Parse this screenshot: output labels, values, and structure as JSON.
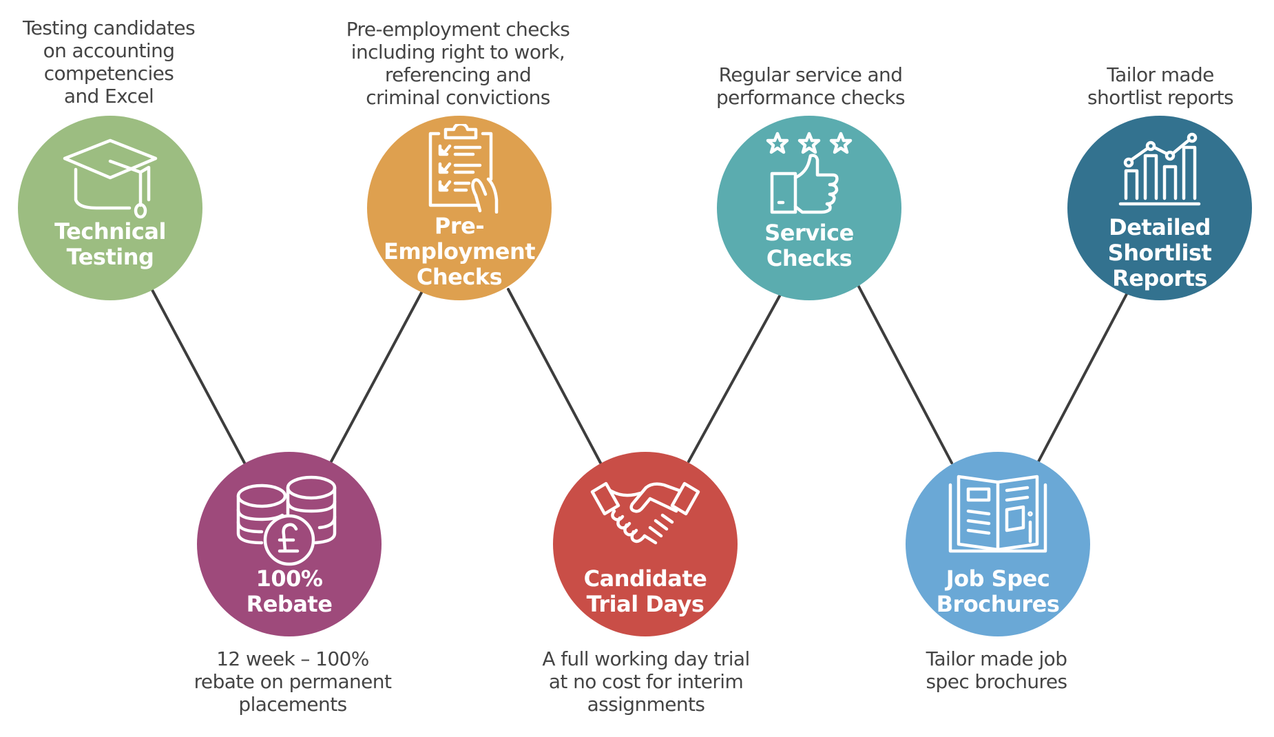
{
  "diagram": {
    "connector_color": "#3d3d3d",
    "nodes": [
      {
        "id": "technical-testing",
        "label_lines": [
          "Technical",
          "Testing"
        ],
        "color": "#9cbd81",
        "icon": "graduation-cap-icon",
        "description_lines": [
          "Testing candidates",
          "on accounting",
          "competencies",
          "and Excel"
        ],
        "row": "top"
      },
      {
        "id": "rebate",
        "label_lines": [
          "100%",
          "Rebate"
        ],
        "color": "#9e4a7b",
        "icon": "coins-pound-icon",
        "description_lines": [
          "12 week – 100%",
          "rebate on permanent",
          "placements"
        ],
        "row": "bottom"
      },
      {
        "id": "pre-employment-checks",
        "label_lines": [
          "Pre-",
          "Employment",
          "Checks"
        ],
        "color": "#dea04f",
        "icon": "clipboard-checklist-icon",
        "description_lines": [
          "Pre-employment checks",
          "including right to work,",
          "referencing and",
          "criminal convictions"
        ],
        "row": "top"
      },
      {
        "id": "candidate-trial-days",
        "label_lines": [
          "Candidate",
          "Trial Days"
        ],
        "color": "#c94e47",
        "icon": "handshake-icon",
        "description_lines": [
          "A full working day trial",
          "at no cost for interim",
          "assignments"
        ],
        "row": "bottom"
      },
      {
        "id": "service-checks",
        "label_lines": [
          "Service",
          "Checks"
        ],
        "color": "#5bacaf",
        "icon": "thumbs-up-stars-icon",
        "description_lines": [
          "Regular service and",
          "performance checks"
        ],
        "row": "top"
      },
      {
        "id": "job-spec-brochures",
        "label_lines": [
          "Job Spec",
          "Brochures"
        ],
        "color": "#6aa8d6",
        "icon": "open-brochure-icon",
        "description_lines": [
          "Tailor made job",
          "spec brochures"
        ],
        "row": "bottom"
      },
      {
        "id": "detailed-shortlist-reports",
        "label_lines": [
          "Detailed",
          "Shortlist",
          "Reports"
        ],
        "color": "#33728f",
        "icon": "bar-line-chart-icon",
        "description_lines": [
          "Tailor made",
          "shortlist reports"
        ],
        "row": "top"
      }
    ]
  }
}
